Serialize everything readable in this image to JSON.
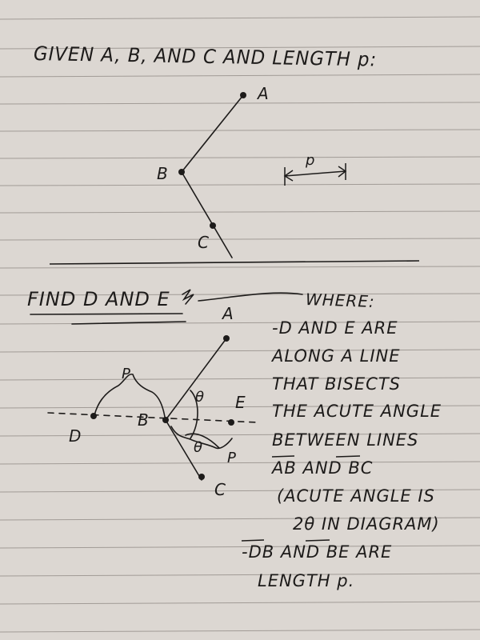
{
  "page": {
    "title_given": "GIVEN A, B, AND C AND LENGTH p:",
    "title_find": "FIND D AND E",
    "where_label": "WHERE:",
    "conditions": [
      "-D AND E ARE",
      "ALONG A LINE",
      "THAT BISECTS",
      "THE ACUTE ANGLE",
      "BETWEEN LINES",
      "AB AND BC",
      "(ACUTE ANGLE IS",
      "2θ IN DIAGRAM)",
      "-DB AND BE ARE",
      "LENGTH p."
    ]
  },
  "diagram_top": {
    "points": {
      "a": "A",
      "b": "B",
      "c": "C"
    },
    "length_label": "p"
  },
  "diagram_bottom": {
    "points": {
      "a": "A",
      "b": "B",
      "c": "C",
      "d": "D",
      "e": "E"
    },
    "length_label_left": "P",
    "length_label_right": "P",
    "angle_label_top": "θ",
    "angle_label_bottom": "θ"
  },
  "colors": {
    "paper": "#dcd7d2",
    "ink": "#1d1b1a",
    "rule_line": "#9b9591",
    "background": "#5b5047"
  }
}
